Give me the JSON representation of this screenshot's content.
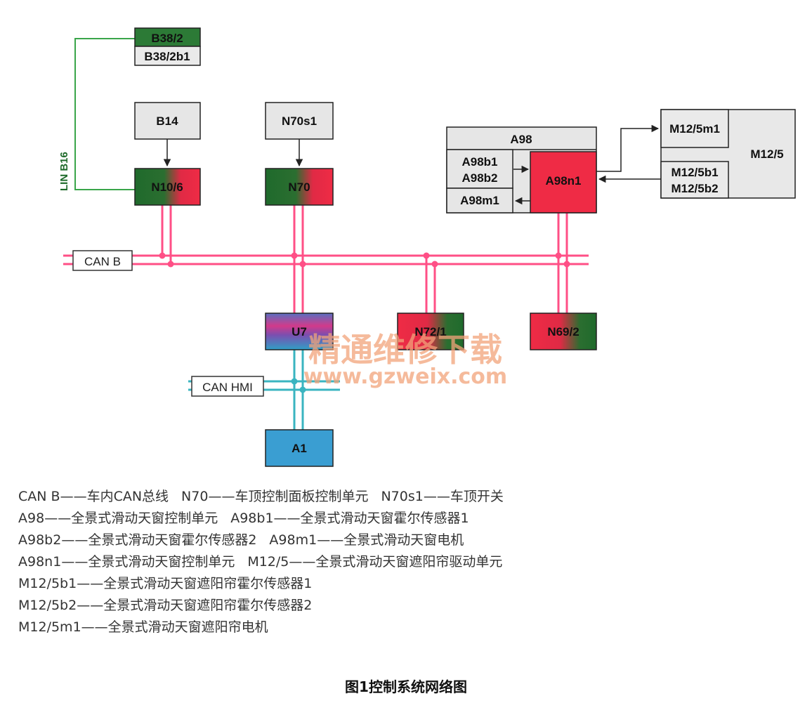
{
  "diagram": {
    "boxes": {
      "b38_2": "B38/2",
      "b38_2b1": "B38/2b1",
      "b14": "B14",
      "n10_6": "N10/6",
      "n70s1": "N70s1",
      "n70": "N70",
      "a98": "A98",
      "a98b1": "A98b1",
      "a98b2": "A98b2",
      "a98m1": "A98m1",
      "a98n1": "A98n1",
      "m12_5": "M12/5",
      "m12_5m1": "M12/5m1",
      "m12_5b1": "M12/5b1",
      "m12_5b2": "M12/5b2",
      "u7": "U7",
      "n72_1": "N72/1",
      "n69_2": "N69/2",
      "a1": "A1"
    },
    "buses": {
      "can_b": "CAN B",
      "can_hmi": "CAN HMI",
      "lin": "LIN B16"
    },
    "watermark": {
      "cn": "精通维修下载",
      "url": "www.gzweix.com"
    },
    "colors": {
      "can_b": "#ff4f86",
      "can_hmi": "#3ab4c0",
      "lin": "#3aa54a",
      "green_unit": "#1f6a2c",
      "red_unit": "#ef2b45",
      "blue_unit": "#3a9ed2",
      "grey_box": "#e6e6e6"
    }
  },
  "legend": [
    [
      {
        "code": "CAN B",
        "desc": "车内CAN总线"
      },
      {
        "code": "N70",
        "desc": "车顶控制面板控制单元"
      },
      {
        "code": "N70s1",
        "desc": "车顶开关"
      }
    ],
    [
      {
        "code": "A98",
        "desc": "全景式滑动天窗控制单元"
      },
      {
        "code": "A98b1",
        "desc": "全景式滑动天窗霍尔传感器1"
      }
    ],
    [
      {
        "code": "A98b2",
        "desc": "全景式滑动天窗霍尔传感器2"
      },
      {
        "code": "A98m1",
        "desc": "全景式滑动天窗电机"
      }
    ],
    [
      {
        "code": "A98n1",
        "desc": "全景式滑动天窗控制单元"
      },
      {
        "code": "M12/5",
        "desc": "全景式滑动天窗遮阳帘驱动单元"
      }
    ],
    [
      {
        "code": "M12/5b1",
        "desc": "全景式滑动天窗遮阳帘霍尔传感器1"
      }
    ],
    [
      {
        "code": "M12/5b2",
        "desc": "全景式滑动天窗遮阳帘霍尔传感器2"
      }
    ],
    [
      {
        "code": "M12/5m1",
        "desc": "全景式滑动天窗遮阳帘电机"
      }
    ]
  ],
  "caption": "图1控制系统网络图"
}
